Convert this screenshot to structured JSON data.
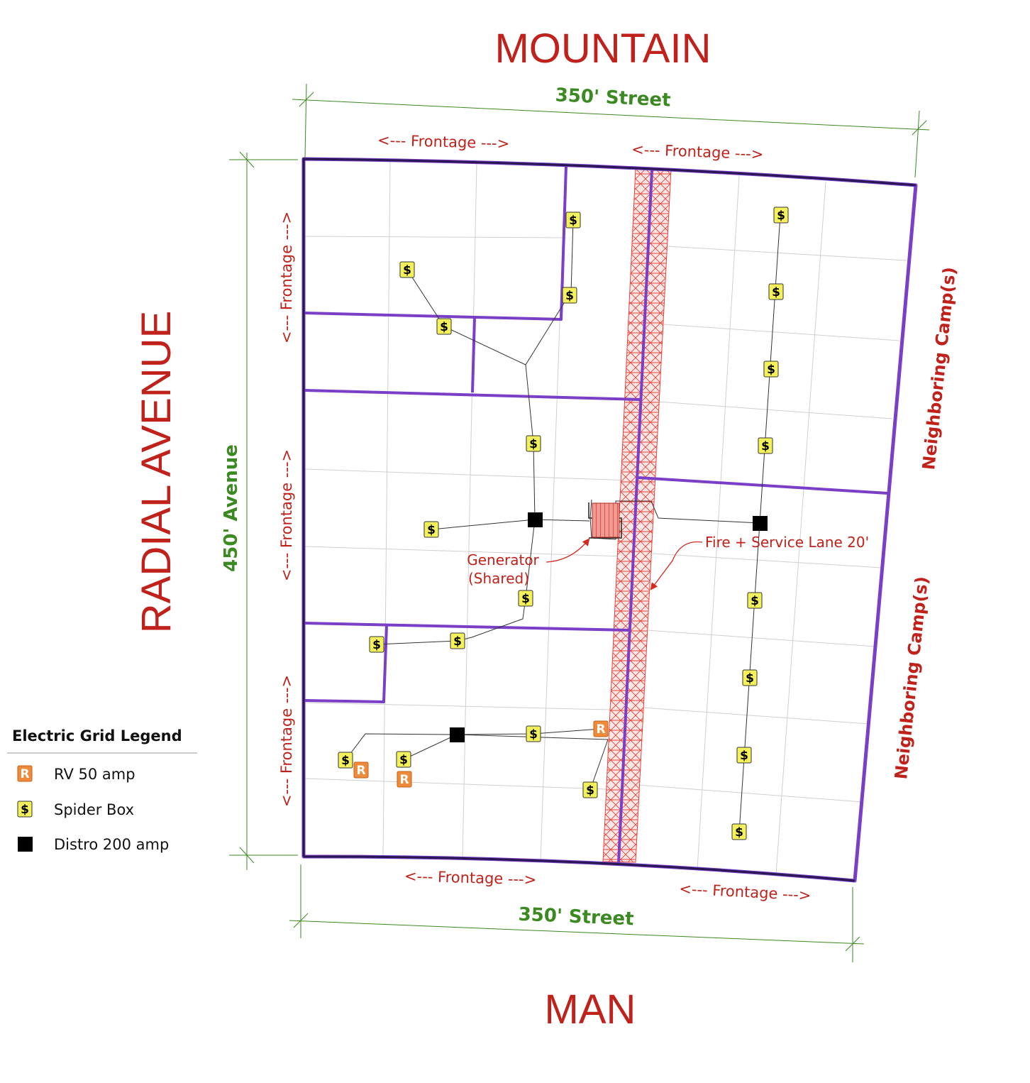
{
  "compass": {
    "top": "MOUNTAIN",
    "bottom": "MAN",
    "left": "RADIAL AVENUE"
  },
  "dimensions": {
    "top_street": "350' Street",
    "bottom_street": "350' Street",
    "avenue": "450' Avenue"
  },
  "frontage": {
    "label": "<--- Frontage --->"
  },
  "neighbors": {
    "upper": "Neighboring Camp(s)",
    "lower": "Neighboring Camp(s)"
  },
  "callouts": {
    "generator_line1": "Generator",
    "generator_line2": "(Shared)",
    "fire_lane": "Fire + Service Lane 20'"
  },
  "legend": {
    "title": "Electric Grid Legend",
    "items": [
      {
        "symbol": "R",
        "label": "RV 50 amp",
        "kind": "rv"
      },
      {
        "symbol": "$",
        "label": "Spider Box",
        "kind": "spider"
      },
      {
        "symbol": "",
        "label": "Distro 200 amp",
        "kind": "distro"
      }
    ]
  },
  "symbols": {
    "spider_glyph": "$",
    "rv_glyph": "R"
  },
  "colors": {
    "compass_red": "#c0221b",
    "dimension_green": "#3b8a21",
    "lot_purple": "#7a3fc6",
    "boundary_dark": "#2a1855",
    "spider_yellow": "#f4f15a",
    "rv_orange": "#ee8a3a",
    "distro_black": "#000000",
    "lane_red": "#e8433a"
  }
}
